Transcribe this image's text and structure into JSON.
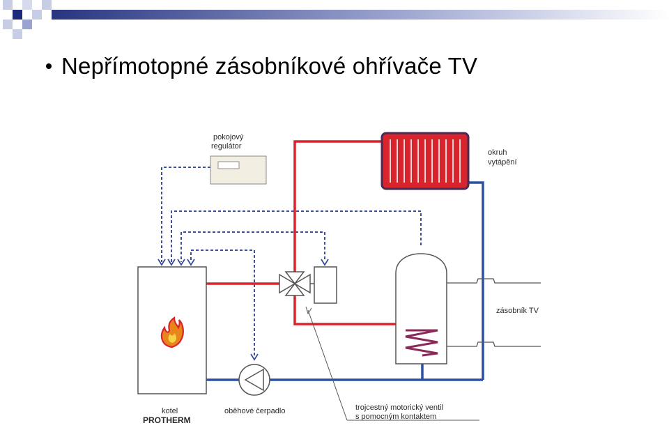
{
  "slide": {
    "title": "Nepřímotopné zásobníkové ohřívače TV"
  },
  "diagram": {
    "labels": {
      "room_regulator_line1": "pokojový",
      "room_regulator_line2": "regulátor",
      "heating_circuit_line1": "okruh",
      "heating_circuit_line2": "vytápění",
      "tank": "zásobník TV",
      "boiler_line1": "kotel",
      "boiler_line2": "PROTHERM",
      "pump": "oběhové čerpadlo",
      "valve_line1": "trojcestný motorický ventil",
      "valve_line2": "s pomocným kontaktem"
    },
    "colors": {
      "hot_pipe": "#d8242c",
      "return_pipe": "#2b4fa3",
      "control_line": "#3a4f9a",
      "deco_navy": "#1d2a7a",
      "deco_light": "#b8bfe0"
    }
  }
}
